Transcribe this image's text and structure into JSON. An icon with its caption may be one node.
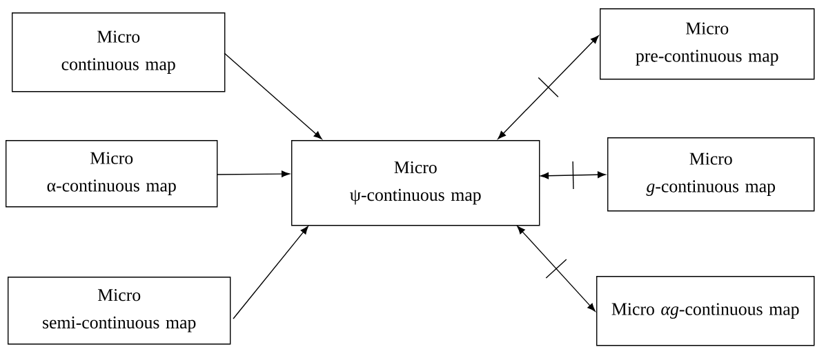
{
  "diagram": {
    "nodes": [
      {
        "text": [
          "Micro continuous map"
        ]
      },
      {
        "text": [
          "Micro α-continuous map"
        ]
      },
      {
        "text": [
          "Micro semi-continuous map"
        ]
      },
      {
        "text": [
          "Micro ψ-continuous map"
        ]
      },
      {
        "text": [
          "Micro pre-continuous map"
        ]
      },
      {
        "text": [
          "Micro *g*-continuous map"
        ]
      },
      {
        "text": [
          "Micro *αg*-continuous map"
        ]
      }
    ],
    "edges": [
      {
        "from": 0,
        "to": 3,
        "arrow": "to"
      },
      {
        "from": 1,
        "to": 3,
        "arrow": "to"
      },
      {
        "from": 2,
        "to": 3,
        "arrow": "to"
      },
      {
        "from": 3,
        "to": 4,
        "arrow": "both"
      },
      {
        "from": 3,
        "to": 5,
        "arrow": "both"
      },
      {
        "from": 3,
        "to": 6,
        "arrow": "both"
      }
    ]
  }
}
